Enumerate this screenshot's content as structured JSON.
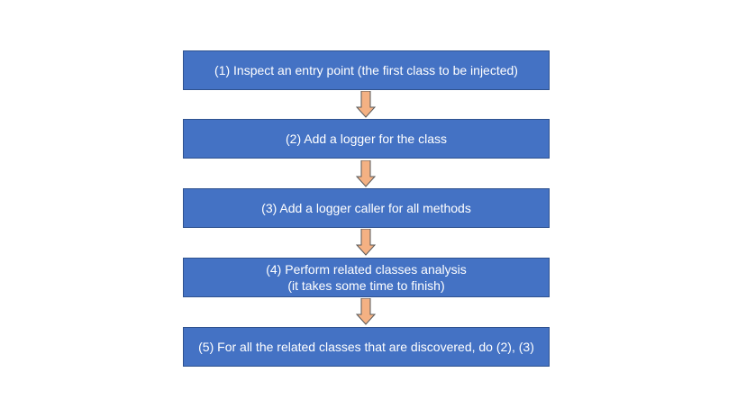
{
  "diagram": {
    "steps": [
      {
        "line1": "(1) Inspect an entry point (the first class to be injected)",
        "line2": ""
      },
      {
        "line1": "(2) Add a logger for the class",
        "line2": ""
      },
      {
        "line1": "(3) Add a logger caller for all methods",
        "line2": ""
      },
      {
        "line1": "(4) Perform related classes analysis",
        "line2": "(it takes some time to finish)"
      },
      {
        "line1": "(5) For all the related classes that are discovered, do (2), (3)",
        "line2": ""
      }
    ],
    "colors": {
      "box_fill": "#4472c4",
      "box_border": "#2f528f",
      "box_text": "#ffffff",
      "arrow_fill": "#f4b183",
      "arrow_stroke": "#595959"
    }
  }
}
